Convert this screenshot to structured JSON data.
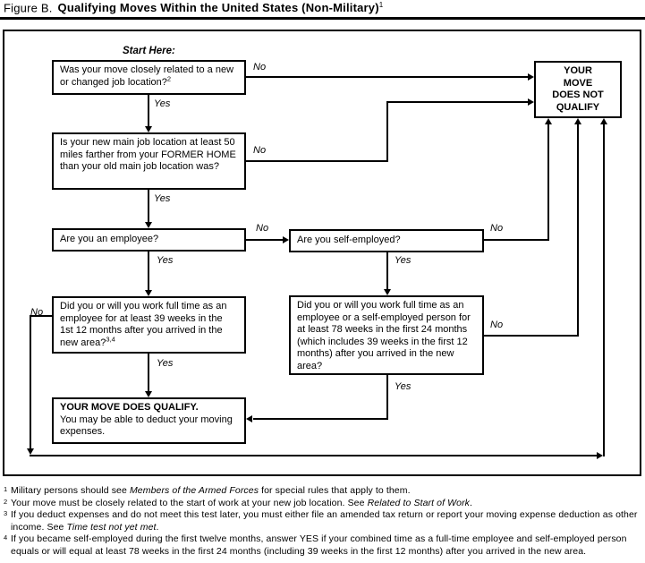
{
  "title": {
    "prefix": "Figure B.",
    "main": "Qualifying Moves Within the United States (Non-Military)",
    "sup": "1"
  },
  "labels": {
    "yes": "Yes",
    "no": "No",
    "start_here": "Start Here:"
  },
  "boxes": {
    "q1": {
      "text": "Was your move closely related to a new or changed job location?",
      "sup": "2"
    },
    "q2": {
      "text": "Is your new main job location at least 50 miles farther from your FORMER HOME than your old main job location was?"
    },
    "q3": {
      "text": "Are you an employee?"
    },
    "q4": {
      "text": "Are you self-employed?"
    },
    "q5": {
      "text": "Did you or will you work full time as an employee for at least 39 weeks in the 1st 12 months after you arrived in the new area?",
      "sup": "3,4"
    },
    "q6": {
      "text": "Did you or will you work full time as an employee or a self-employed person for at least 78 weeks in the first 24 months (which includes 39 weeks in the first 12 months) after you arrived in the new area?"
    },
    "qualify": {
      "heading": "YOUR MOVE DOES QUALIFY.",
      "text": "You may be able to deduct your moving expenses."
    },
    "not_qualify": {
      "lines": [
        "YOUR",
        "MOVE",
        "DOES NOT",
        "QUALIFY"
      ]
    }
  },
  "footnotes": [
    {
      "marker": "1",
      "pre": "Military persons should see ",
      "em": "Members of the Armed Forces",
      "post": " for special rules that apply to them."
    },
    {
      "marker": "2",
      "pre": "Your move must be closely related to the start of work at your new job location. See ",
      "em": "Related to Start of Work",
      "post": "."
    },
    {
      "marker": "3",
      "pre": "If you deduct expenses and do not meet this test later, you must either file an amended tax return or report your moving expense deduction as other income. See ",
      "em": "Time test not yet met",
      "post": "."
    },
    {
      "marker": "4",
      "pre": "If you became self-employed during the first twelve months, answer YES if your combined time as a full-time employee and self-employed person equals or will equal at least 78 weeks in the first 24 months (including 39 weeks in the first 12 months) after you arrived in the new area.",
      "em": "",
      "post": ""
    }
  ],
  "colors": {
    "ink": "#000000",
    "background": "#ffffff"
  }
}
